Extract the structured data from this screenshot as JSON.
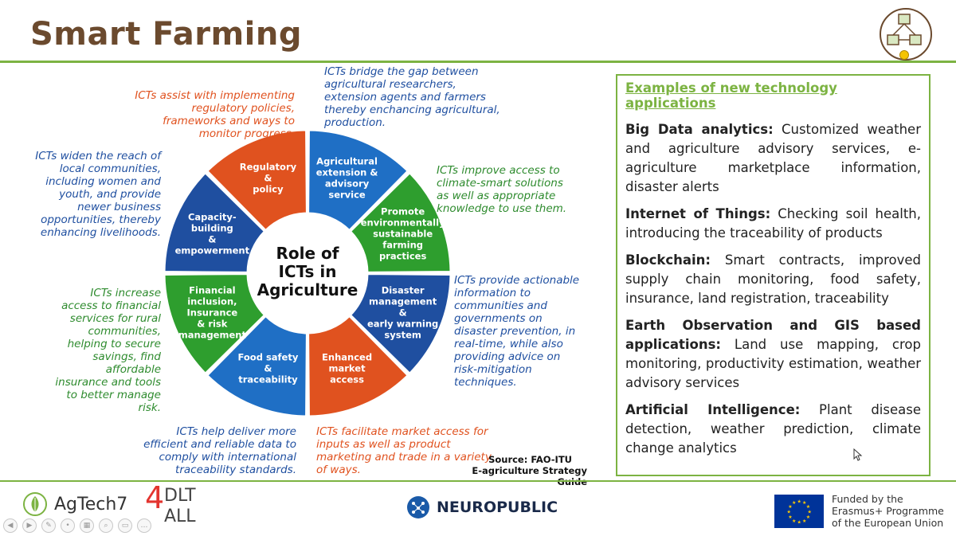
{
  "slide": {
    "title": "Smart Farming"
  },
  "diagram": {
    "center": [
      "Role of",
      "ICTs in",
      "Agriculture"
    ],
    "segments": [
      {
        "lines": [
          "Agricultural",
          "extension &",
          "advisory",
          "service"
        ],
        "color": "#1f6fc5"
      },
      {
        "lines": [
          "Promote",
          "environmentally",
          "sustainable",
          "farming",
          "practices"
        ],
        "color": "#2e9e2e"
      },
      {
        "lines": [
          "Disaster",
          "management",
          "&",
          "early warning",
          "system"
        ],
        "color": "#1f4fa0"
      },
      {
        "lines": [
          "Enhanced",
          "market",
          "access"
        ],
        "color": "#e0521f"
      },
      {
        "lines": [
          "Food safety",
          "&",
          "traceability"
        ],
        "color": "#1f6fc5"
      },
      {
        "lines": [
          "Financial",
          "inclusion,",
          "Insurance",
          "& risk",
          "management"
        ],
        "color": "#2e9e2e"
      },
      {
        "lines": [
          "Capacity-",
          "building",
          "&",
          "empowerment"
        ],
        "color": "#1f4fa0"
      },
      {
        "lines": [
          "Regulatory",
          "&",
          "policy"
        ],
        "color": "#e0521f"
      }
    ],
    "captions": {
      "regulatory": "ICTs assist with implementing regulatory policies, frameworks and ways to monitor progress.",
      "extension": "ICTs bridge the gap between agricultural researchers, extension agents and farmers thereby enchancing agricultural, production.",
      "climate": "ICTs improve access to climate-smart solutions as well as appropriate knowledge to use them.",
      "capacity": "ICTs widen the reach of local communities, including women and youth, and provide newer business opportunities, thereby enhancing livelihoods.",
      "disaster": "ICTs provide actionable information to communities and governments on disaster prevention, in real-time, while also providing advice on risk-mitigation techniques.",
      "financial": "ICTs increase access to financial services for rural communities, helping to secure savings, find affordable insurance and tools to better manage risk.",
      "food": "ICTs help deliver more efficient and reliable data to comply with international traceability standards.",
      "market": "ICTs facilitate market access for inputs as well as product marketing and trade in a variety of ways."
    },
    "source_line1": "Source: FAO-ITU",
    "source_line2": "E-agriculture Strategy Guide"
  },
  "panel": {
    "heading": "Examples of new technology applications",
    "items": [
      {
        "term": "Big Data analytics:",
        "text": " Customized weather and agriculture advisory services, e-agriculture marketplace information, disaster alerts"
      },
      {
        "term": "Internet of Things:",
        "text": " Checking soil health, introducing the traceability of products"
      },
      {
        "term": "Blockchain:",
        "text": " Smart contracts, improved supply chain monitoring, food safety, insurance, land registration, traceability"
      },
      {
        "term": "Earth Observation and GIS based applications:",
        "text": " Land use mapping, crop monitoring, productivity estimation, weather advisory services"
      },
      {
        "term": "Artificial Intelligence:",
        "text": " Plant disease detection, weather prediction, climate change analytics"
      }
    ]
  },
  "footer": {
    "agtech": "AgTech7",
    "dlt_top": "DLT",
    "dlt_bottom": "ALL",
    "dlt_four": "4",
    "neuropublic": "NEUROPUBLIC",
    "eu_lines": [
      "Funded by the",
      "Erasmus+ Programme",
      "of the European Union"
    ]
  },
  "colors": {
    "brand_green": "#7cb342",
    "title_brown": "#6b4a2e",
    "red": "#e0521f",
    "blue": "#1f6fc5",
    "green": "#2e9e2e",
    "navy": "#1f4fa0"
  },
  "icons": [
    "agtech-leaf-icon",
    "neuropublic-network-icon",
    "eu-flag-icon",
    "agtech7-network-logo-icon"
  ]
}
